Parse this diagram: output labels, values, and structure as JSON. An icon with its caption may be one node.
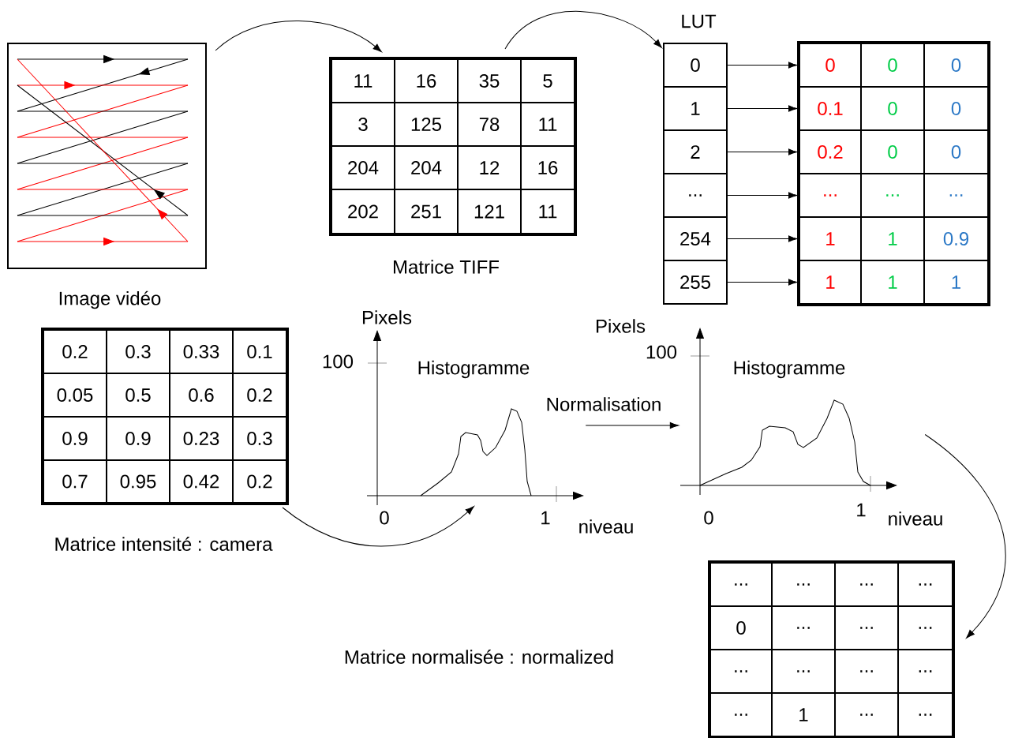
{
  "diagram": {
    "nodes": [
      {
        "text": [
          "Image vidéo"
        ]
      },
      {
        "text": [
          "Matrice TIFF"
        ]
      },
      {
        "text": [
          "LUT"
        ]
      },
      {
        "text": [
          "0"
        ],
        "in": 2
      },
      {
        "text": [
          "1"
        ],
        "in": 2
      },
      {
        "text": [
          "2"
        ],
        "in": 2
      },
      {
        "text": [
          "..."
        ],
        "in": 2
      },
      {
        "text": [
          "254"
        ],
        "in": 2
      },
      {
        "text": [
          "255"
        ],
        "in": 2
      },
      {
        "text": [],
        "shape": "box"
      },
      {
        "text": [
          "0",
          "0",
          "0"
        ],
        "in": 9
      },
      {
        "text": [
          "0.1",
          "0",
          "0"
        ],
        "in": 9
      },
      {
        "text": [
          "0.2",
          "0",
          "0"
        ],
        "in": 9
      },
      {
        "text": [
          "...",
          "...",
          "..."
        ],
        "in": 9
      },
      {
        "text": [
          "1",
          "1",
          "0.9"
        ],
        "in": 9
      },
      {
        "text": [
          "1",
          "1",
          "1"
        ],
        "in": 9
      },
      {
        "text": [
          "Matrice intensité : camera"
        ]
      },
      {
        "text": [
          "Histogramme"
        ],
        "beside": [
          "Pixels",
          "100",
          "0",
          "1",
          "niveau"
        ]
      },
      {
        "text": [
          "Histogramme"
        ],
        "beside": [
          "Pixels",
          "100",
          "0",
          "1",
          "niveau"
        ]
      },
      {
        "text": [],
        "shape": "box"
      }
    ],
    "edges": [
      {
        "from": 0,
        "to": 1,
        "arrow": "to"
      },
      {
        "from": 1,
        "to": 2,
        "arrow": "to"
      },
      {
        "from": 3,
        "to": 10,
        "arrow": "to"
      },
      {
        "from": 4,
        "to": 11,
        "arrow": "to"
      },
      {
        "from": 5,
        "to": 12,
        "arrow": "to"
      },
      {
        "from": 6,
        "to": 13,
        "arrow": "to"
      },
      {
        "from": 7,
        "to": 14,
        "arrow": "to"
      },
      {
        "from": 8,
        "to": 15,
        "arrow": "to"
      },
      {
        "from": 16,
        "to": 17,
        "arrow": "to"
      },
      {
        "from": 17,
        "to": 18,
        "arrow": "to",
        "label": "Normalisation"
      },
      {
        "from": 18,
        "to": 19,
        "arrow": "to"
      }
    ],
    "labels": [
      "11",
      "16",
      "35",
      "5",
      "3",
      "125",
      "78",
      "11",
      "204",
      "204",
      "12",
      "16",
      "202",
      "251",
      "121",
      "11",
      "0.2",
      "0.3",
      "0.33",
      "0.1",
      "0.05",
      "0.5",
      "0.6",
      "0.2",
      "0.9",
      "0.9",
      "0.23",
      "0.3",
      "0.7",
      "0.95",
      "0.42",
      "0.2",
      "...",
      "...",
      "...",
      "...",
      "0",
      "...",
      "...",
      "...",
      "...",
      "...",
      "...",
      "...",
      "...",
      "1",
      "...",
      "...",
      "Matrice normalisée : normalized"
    ]
  }
}
